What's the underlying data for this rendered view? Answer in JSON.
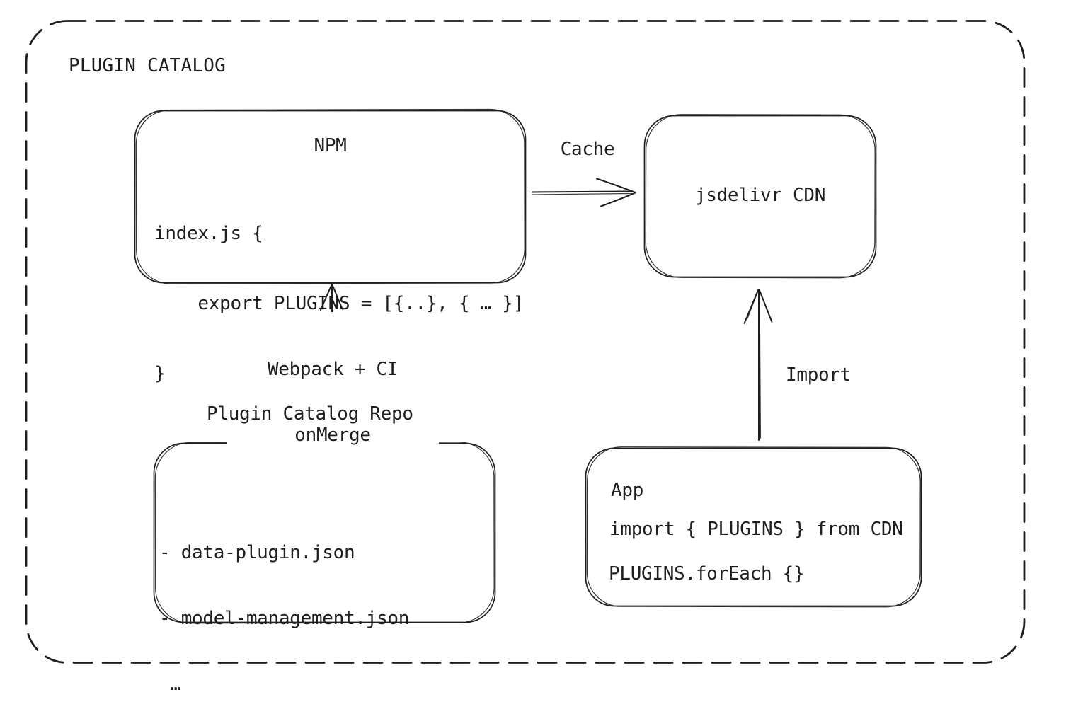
{
  "diagram": {
    "title": "PLUGIN CATALOG",
    "nodes": {
      "npm": {
        "title": "NPM",
        "code": [
          "index.js {",
          "    export PLUGINS = [{..}, { … }]",
          "}"
        ]
      },
      "cdn": {
        "label": "jsdelivr CDN"
      },
      "repo": {
        "label": "Plugin Catalog Repo",
        "files": [
          "- data-plugin.json",
          "- model-management.json",
          " …"
        ]
      },
      "app": {
        "title": "App",
        "code": [
          "import { PLUGINS } from CDN",
          "PLUGINS.forEach {}"
        ]
      }
    },
    "edges": {
      "cache": {
        "label": "Cache"
      },
      "build": {
        "label_line1": "Webpack + CI",
        "label_line2": "onMerge"
      },
      "import": {
        "label": "Import"
      }
    },
    "colors": {
      "stroke": "#1e1e1e",
      "background": "#ffffff"
    }
  }
}
